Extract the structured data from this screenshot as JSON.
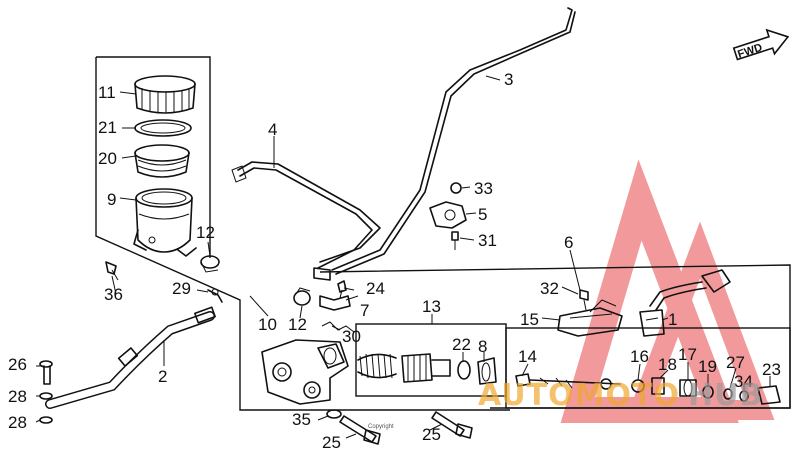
{
  "diagram": {
    "direction_label": "FWD",
    "callouts": [
      "1",
      "2",
      "3",
      "4",
      "5",
      "6",
      "7",
      "8",
      "9",
      "10",
      "11",
      "12",
      "12",
      "13",
      "14",
      "15",
      "16",
      "17",
      "18",
      "19",
      "20",
      "21",
      "22",
      "23",
      "24",
      "25",
      "25",
      "26",
      "27",
      "28",
      "28",
      "29",
      "30",
      "31",
      "32",
      "33",
      "34",
      "35",
      "36"
    ],
    "copyright_text": "Copyright",
    "watermark": {
      "text_accent": "AUTOMOTO",
      "text_main": "HUB",
      "accent_color": "#f0a830",
      "logo_color": "#e8494a"
    }
  }
}
